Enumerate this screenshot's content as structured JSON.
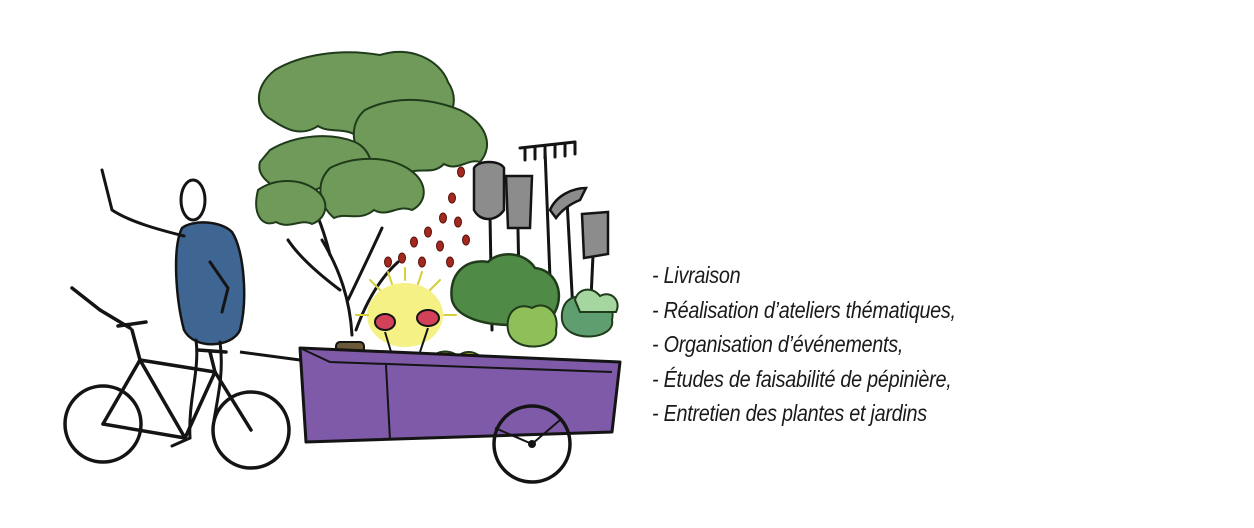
{
  "colors": {
    "tree_foliage": "#6f9a5a",
    "cart_body": "#7e5aa8",
    "shirt": "#3f6592",
    "outline": "#141414",
    "seeds": "#a3281e",
    "flowers": "#d2405a",
    "sunburst": "#f3ee6e",
    "leaves_bright": "#6fbf4a",
    "tool_heads": "#8c8c8c"
  },
  "icons": [
    "cyclist-figure-icon",
    "bicycle-icon",
    "cargo-cart-icon",
    "tree-icon",
    "garden-tools-icon",
    "plants-icon",
    "falling-seeds-icon"
  ],
  "services": {
    "items": [
      "- Livraison",
      "- Réalisation d’ateliers thématiques,",
      "- Organisation d’événements,",
      "- Études de faisabilité de pépinière,",
      "- Entretien des plantes et jardins"
    ]
  }
}
